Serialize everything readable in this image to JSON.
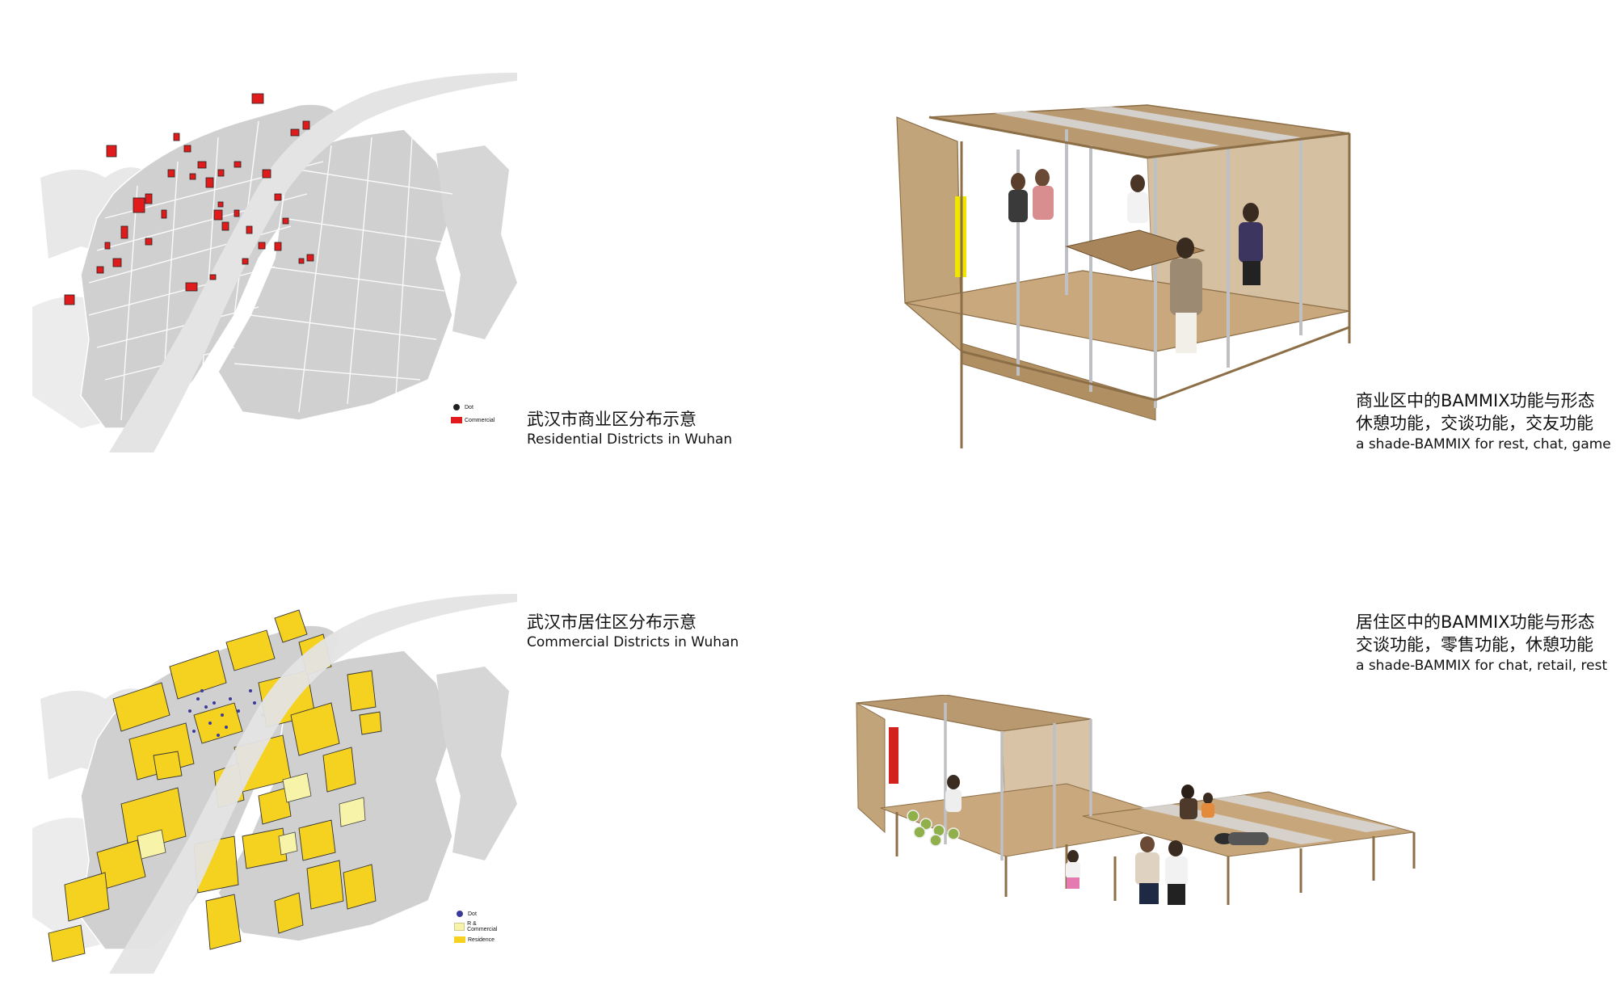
{
  "panels": {
    "commercial_map": {
      "caption_cn": "武汉市商业区分布示意",
      "caption_en": "Residential Districts in Wuhan",
      "legend": [
        {
          "label": "Dot",
          "color": "#222222",
          "shape": "dot"
        },
        {
          "label": "Commercial",
          "color": "#e11b1b",
          "shape": "rect"
        }
      ]
    },
    "residential_map": {
      "caption_cn": "武汉市居住区分布示意",
      "caption_en": "Commercial Districts in Wuhan",
      "legend": [
        {
          "label": "Dot",
          "color": "#3a3a9a",
          "shape": "dot"
        },
        {
          "label": "R & Commercial",
          "color": "#f7f3a8",
          "shape": "rect"
        },
        {
          "label": "Residence",
          "color": "#f4d21f",
          "shape": "rect"
        }
      ]
    },
    "commercial_bammix": {
      "caption_cn_1": "商业区中的BAMMIX功能与形态",
      "caption_cn_2": "休憩功能，交谈功能，交友功能",
      "caption_en": "a shade-BAMMIX for rest, chat, game"
    },
    "residential_bammix": {
      "caption_cn_1": "居住区中的BAMMIX功能与形态",
      "caption_cn_2": "交谈功能，零售功能，休憩功能",
      "caption_en": "a shade-BAMMIX for chat, retail, rest"
    }
  },
  "colors": {
    "river": "#dedede",
    "blocks": "#d2d2d2",
    "water_edge": "#eeeeee",
    "commercial": "#e11b1b",
    "residence": "#f4d21f",
    "r_commercial": "#f7f3a8",
    "bamboo": "#b99a70",
    "bamboo_dark": "#8c6e47",
    "pole": "#c9c9cc"
  }
}
